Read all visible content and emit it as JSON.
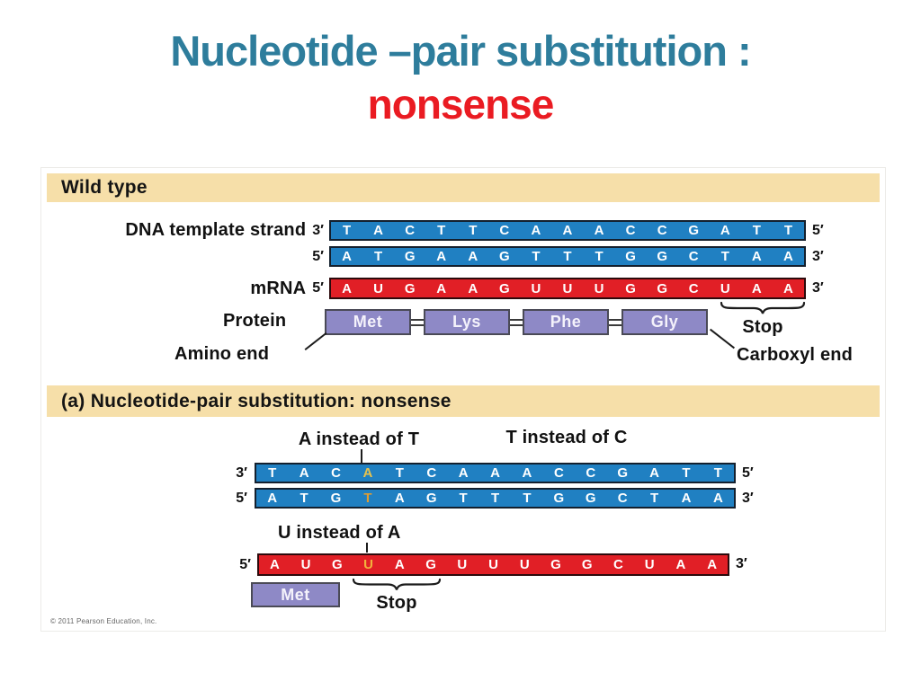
{
  "title": {
    "line1": "Nucleotide –pair substitution :",
    "line2": "nonsense"
  },
  "colors": {
    "title_teal": "#2e7d9c",
    "title_red": "#ea1b22",
    "band_tan": "#f6dfa9",
    "dna_blue": "#2080c2",
    "mrna_red": "#e11f26",
    "protein_purple": "#8e89c6"
  },
  "wild_type": {
    "header": "Wild type",
    "dna_row_label": "DNA template strand",
    "mrna_row_label": "mRNA",
    "protein_row_label": "Protein",
    "template_strand": {
      "left_end": "3′",
      "letters": "TACTTCAAACCGATT",
      "right_end": "5′"
    },
    "coding_strand": {
      "left_end": "5′",
      "letters": "ATGAAGTTTGGCTAA",
      "right_end": "3′"
    },
    "mrna": {
      "left_end": "5′",
      "letters": "AUGAAGUUUGGCUAA",
      "right_end": "3′"
    },
    "amino_acids": [
      "Met",
      "Lys",
      "Phe",
      "Gly"
    ],
    "stop_label": "Stop",
    "amino_end_label": "Amino end",
    "carboxyl_end_label": "Carboxyl end"
  },
  "mutant": {
    "header": "(a) Nucleotide-pair substitution: nonsense",
    "callout_template": "A instead of T",
    "callout_coding": "T instead of C",
    "callout_mrna": "U instead of A",
    "template_strand": {
      "left_end": "3′",
      "letters": "TACATCAAACCGATT",
      "highlight_index": 3,
      "highlight_color": "#e7c24d",
      "right_end": "5′"
    },
    "coding_strand": {
      "left_end": "5′",
      "letters": "ATGTAGTTTGGCTAA",
      "highlight_index": 3,
      "highlight_color": "#df9c33",
      "right_end": "3′"
    },
    "mrna": {
      "left_end": "5′",
      "letters": "AUGUAGUUUGGCUAA",
      "highlight_index": 3,
      "highlight_color": "#f2b13d",
      "right_end": "3′"
    },
    "amino_acids": [
      "Met"
    ],
    "stop_label": "Stop"
  },
  "copyright": "© 2011 Pearson Education, Inc."
}
